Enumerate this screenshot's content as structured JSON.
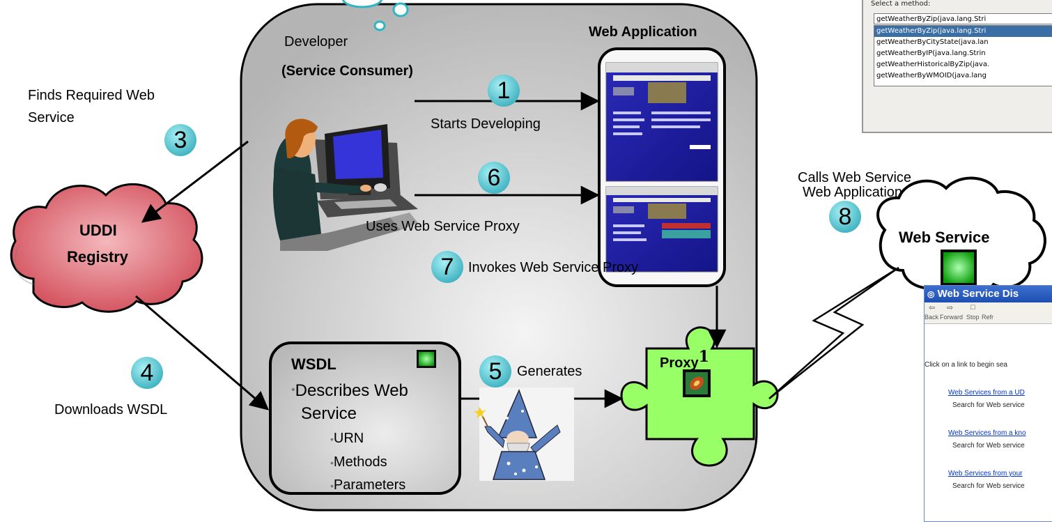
{
  "labels": {
    "developer": "Developer",
    "service_consumer": "(Service Consumer)",
    "web_application": "Web Application",
    "step1_text": "Starts Developing",
    "step6_text": "Uses Web Service Proxy",
    "step3_text_line1": "Finds Required Web",
    "step3_text_line2": "Service",
    "step4_text": "Downloads WSDL",
    "step5_text": "Generates",
    "step7_text": "Invokes Web Service Proxy",
    "step8_text_line1": "Web Application",
    "step8_text_line2": "Calls Web Service",
    "uddi_line1": "UDDI",
    "uddi_line2": "Registry",
    "web_service": "Web Service",
    "proxy": "Proxy",
    "proxy_superscript": "1"
  },
  "steps": {
    "s1": "1",
    "s3": "3",
    "s4": "4",
    "s5": "5",
    "s6": "6",
    "s7": "7",
    "s8": "8"
  },
  "wsdl": {
    "title": "WSDL",
    "bullet_line1": "Describes Web",
    "bullet_line2": "Service",
    "sub_items": [
      "URN",
      "Methods",
      "Parameters"
    ]
  },
  "method_dialog": {
    "prompt": "Select a method:",
    "selected_value": "getWeatherByZip(java.lang.Stri",
    "options": [
      "getWeatherByZip(java.lang.Stri",
      "getWeatherByCityState(java.lan",
      "getWeatherByIP(java.lang.Strin",
      "getWeatherHistoricalByZip(java.",
      "getWeatherByWMOID(java.lang"
    ]
  },
  "discovery_window": {
    "title": "Web Service Dis",
    "toolbar": [
      "Back",
      "Forward",
      "Stop",
      "Refr"
    ],
    "intro": "Click on a link to begin sea",
    "links": [
      {
        "link": "Web Services from a UD",
        "desc": "Search for Web service"
      },
      {
        "link": "Web Services from a kno",
        "desc": "Search for Web service"
      },
      {
        "link": "Web Services from your",
        "desc": "Search for Web service"
      }
    ]
  },
  "colors": {
    "step_badge": "#2fb5c4",
    "uddi_cloud": "#e2737d",
    "proxy_fill": "#99ff66",
    "gem_green": "#18c818",
    "panel_gray": "#c8c8c8",
    "screen_blue": "#1a1aa0",
    "link_blue": "#0033cc"
  },
  "icons": [
    "thought-bubble-icon",
    "developer-at-computer-icon",
    "wizard-icon",
    "web-service-gem-icon",
    "proxy-gem-icon",
    "lightning-bolt-icon"
  ]
}
